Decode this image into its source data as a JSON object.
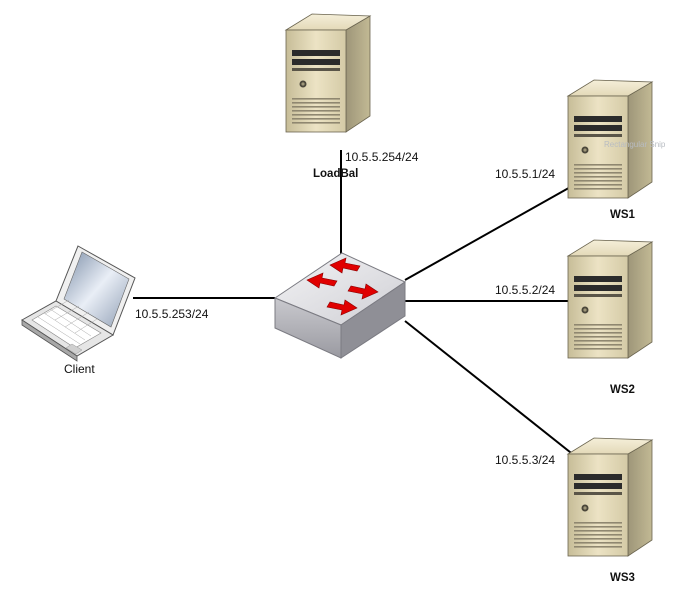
{
  "links": {
    "loadbal_ip": "10.5.5.254/24",
    "ws1_ip": "10.5.5.1/24",
    "ws2_ip": "10.5.5.2/24",
    "ws3_ip": "10.5.5.3/24",
    "client_ip": "10.5.5.253/24"
  },
  "nodes": {
    "loadbal": "LoadBal",
    "ws1": "WS1",
    "ws2": "WS2",
    "ws3": "WS3",
    "client": "Client"
  },
  "watermark": "Rectangular Snip",
  "colors": {
    "server_body": "#ddd3b0",
    "server_dark": "#2b2b2b",
    "switch_body": "#d9d9dc",
    "arrow": "#e00000",
    "line": "#000000"
  }
}
